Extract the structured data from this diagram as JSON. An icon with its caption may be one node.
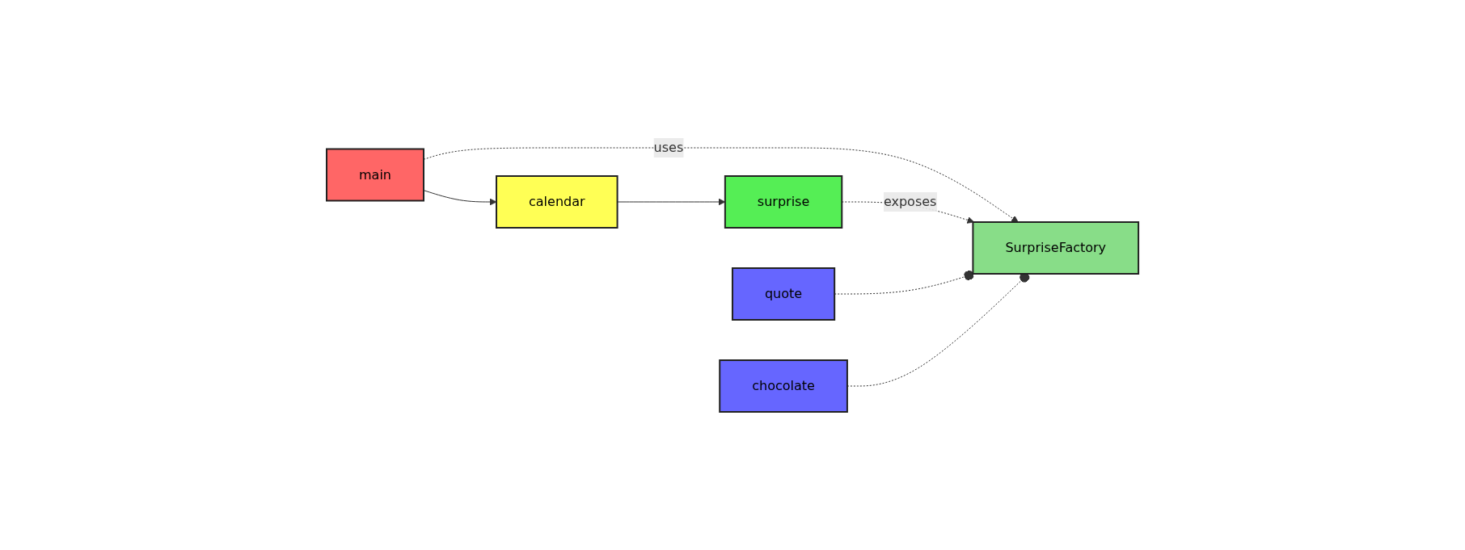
{
  "diagram": {
    "nodes": [
      {
        "text": [
          "main"
        ]
      },
      {
        "text": [
          "calendar"
        ]
      },
      {
        "text": [
          "surprise"
        ]
      },
      {
        "text": [
          "SurpriseFactory"
        ]
      },
      {
        "text": [
          "quote"
        ]
      },
      {
        "text": [
          "chocolate"
        ]
      }
    ],
    "edges": [
      {
        "from": 0,
        "to": 1,
        "arrow": "to"
      },
      {
        "from": 1,
        "to": 2,
        "arrow": "to"
      },
      {
        "from": 0,
        "to": 3,
        "arrow": "to",
        "style": "dashed",
        "label": "uses"
      },
      {
        "from": 2,
        "to": 3,
        "arrow": "to",
        "style": "dashed",
        "label": "exposes"
      },
      {
        "from": 4,
        "to": 3,
        "arrow": "other",
        "style": "dashed"
      },
      {
        "from": 5,
        "to": 3,
        "arrow": "other",
        "style": "dashed"
      }
    ]
  }
}
